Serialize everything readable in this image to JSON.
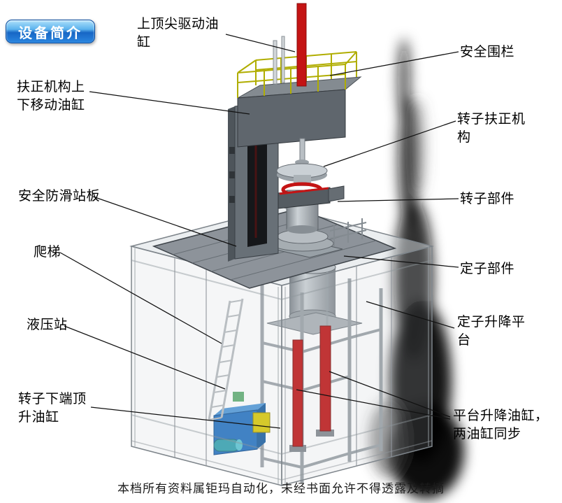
{
  "header": {
    "badge_label": "设备简介"
  },
  "callouts": [
    {
      "id": "top-drive-cylinder",
      "label": "上顶尖驱动油缸"
    },
    {
      "id": "centering-lift-cylinder",
      "label": "扶正机构上下移动油缸"
    },
    {
      "id": "anti-slip-platform",
      "label": "安全防滑站板"
    },
    {
      "id": "ladder",
      "label": "爬梯"
    },
    {
      "id": "hydraulic-station",
      "label": "液压站"
    },
    {
      "id": "rotor-bottom-jack-cylinder",
      "label": "转子下端顶升油缸"
    },
    {
      "id": "safety-fence",
      "label": "安全围栏"
    },
    {
      "id": "rotor-centering-mechanism",
      "label": "转子扶正机构"
    },
    {
      "id": "rotor-parts",
      "label": "转子部件"
    },
    {
      "id": "stator-parts",
      "label": "定子部件"
    },
    {
      "id": "stator-lift-platform",
      "label": "定子升降平台"
    },
    {
      "id": "platform-lift-cylinders",
      "label": "平台升降油缸，两油缸同步"
    }
  ],
  "footer": {
    "text": "本档所有资料属钜玛自动化，未经书面允许不得透露及转摘"
  },
  "colors": {
    "badge_blue_top": "#aee0fa",
    "badge_blue_bottom": "#1766c4",
    "cylinder_red": "#c41414",
    "railing_yellow": "#b0ad00",
    "hydraulic_blue": "#1f6fc0",
    "platform_gray": "#8d939a"
  }
}
